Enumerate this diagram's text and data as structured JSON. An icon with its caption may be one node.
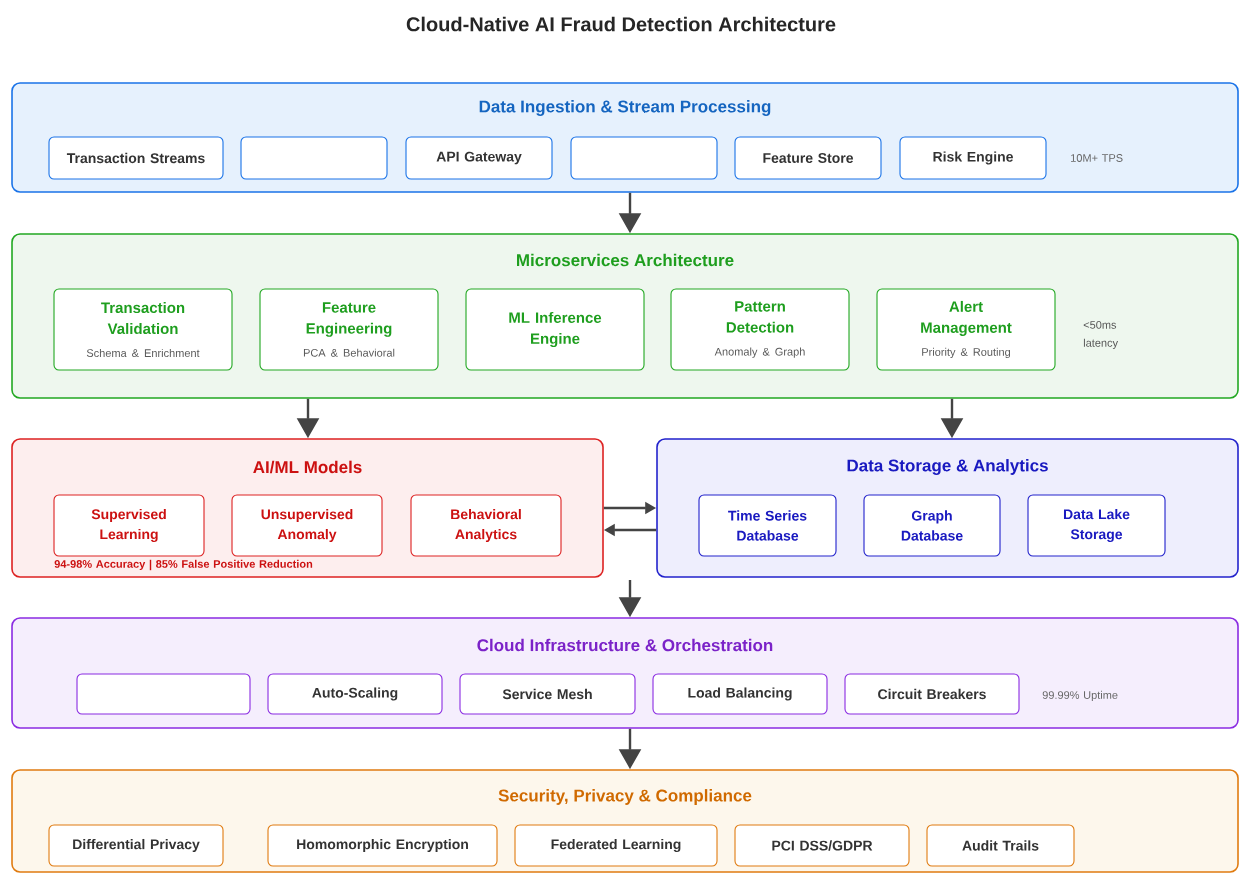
{
  "diagram": {
    "title": "Cloud-Native AI Fraud Detection Architecture",
    "nodes": [
      {
        "text": [
          "Data Ingestion & Stream Processing",
          "10M+ TPS"
        ]
      },
      {
        "text": [
          "Transaction Streams"
        ],
        "in": 0
      },
      {
        "text": [],
        "shape": "box",
        "in": 0
      },
      {
        "text": [
          "API Gateway"
        ],
        "in": 0
      },
      {
        "text": [],
        "shape": "box",
        "in": 0
      },
      {
        "text": [
          "Feature Store"
        ],
        "in": 0
      },
      {
        "text": [
          "Risk Engine"
        ],
        "in": 0
      },
      {
        "text": [
          "Microservices Architecture",
          "<50ms latency"
        ]
      },
      {
        "text": [
          "Transaction Validation",
          "Schema & Enrichment"
        ],
        "in": 7
      },
      {
        "text": [
          "Feature Engineering",
          "PCA & Behavioral"
        ],
        "in": 7
      },
      {
        "text": [
          "ML Inference Engine"
        ],
        "in": 7
      },
      {
        "text": [
          "Pattern Detection",
          "Anomaly & Graph"
        ],
        "in": 7
      },
      {
        "text": [
          "Alert Management",
          "Priority & Routing"
        ],
        "in": 7
      },
      {
        "text": [
          "AI/ML Models",
          "94-98% Accuracy | 85% False Positive Reduction"
        ]
      },
      {
        "text": [
          "Supervised Learning"
        ],
        "in": 13
      },
      {
        "text": [
          "Unsupervised Anomaly"
        ],
        "in": 13
      },
      {
        "text": [
          "Behavioral Analytics"
        ],
        "in": 13
      },
      {
        "text": [
          "Data Storage & Analytics"
        ]
      },
      {
        "text": [
          "Time Series Database"
        ],
        "in": 17
      },
      {
        "text": [
          "Graph Database"
        ],
        "in": 17
      },
      {
        "text": [
          "Data Lake Storage"
        ],
        "in": 17
      },
      {
        "text": [
          "Cloud Infrastructure & Orchestration",
          "99.99% Uptime"
        ]
      },
      {
        "text": [],
        "shape": "box",
        "in": 21
      },
      {
        "text": [
          "Auto-Scaling"
        ],
        "in": 21
      },
      {
        "text": [
          "Service Mesh"
        ],
        "in": 21
      },
      {
        "text": [
          "Load Balancing"
        ],
        "in": 21
      },
      {
        "text": [
          "Circuit Breakers"
        ],
        "in": 21
      },
      {
        "text": [
          "Security, Privacy & Compliance"
        ]
      },
      {
        "text": [
          "Differential Privacy"
        ],
        "in": 27
      },
      {
        "text": [
          "Homomorphic Encryption"
        ],
        "in": 27
      },
      {
        "text": [
          "Federated Learning"
        ],
        "in": 27
      },
      {
        "text": [
          "PCI DSS/GDPR"
        ],
        "in": 27
      },
      {
        "text": [
          "Audit Trails"
        ],
        "in": 27
      }
    ],
    "edges": [
      {
        "from": 0,
        "to": 7,
        "arrow": "to"
      },
      {
        "from": 7,
        "to": 13,
        "arrow": "to"
      },
      {
        "from": 7,
        "to": 17,
        "arrow": "to"
      },
      {
        "from": 13,
        "to": 17,
        "arrow": "to"
      },
      {
        "from": 17,
        "to": 13,
        "arrow": "to"
      },
      {
        "from": null,
        "to": 21,
        "arrow": "to"
      },
      {
        "from": 21,
        "to": 27,
        "arrow": "to"
      }
    ]
  }
}
